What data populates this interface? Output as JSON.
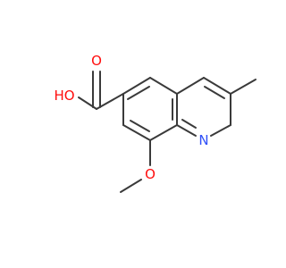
{
  "molecule": {
    "atoms": {
      "oxygen_carbonyl": {
        "symbol": "O",
        "color": "#ff0d0d"
      },
      "oxygen_hydroxyl": {
        "symbol": "HO",
        "color": "#ff0d0d"
      },
      "nitrogen_ring": {
        "symbol": "N",
        "color": "#3050f8"
      },
      "oxygen_methoxy": {
        "symbol": "O",
        "color": "#ff0d0d"
      }
    },
    "bond_color": "#3a3a3a"
  }
}
